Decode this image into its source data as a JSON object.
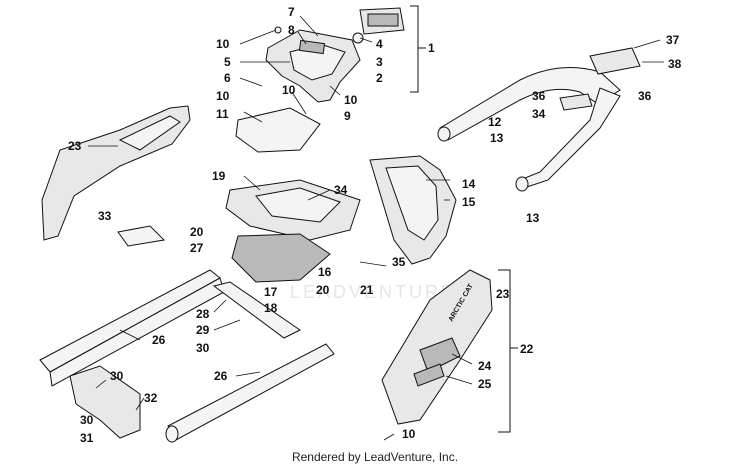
{
  "diagram": {
    "callouts": [
      {
        "id": "c-7",
        "label": "7"
      },
      {
        "id": "c-8",
        "label": "8"
      },
      {
        "id": "c-4",
        "label": "4"
      },
      {
        "id": "c-3",
        "label": "3"
      },
      {
        "id": "c-2",
        "label": "2"
      },
      {
        "id": "c-1",
        "label": "1"
      },
      {
        "id": "c-10a",
        "label": "10"
      },
      {
        "id": "c-5",
        "label": "5"
      },
      {
        "id": "c-6",
        "label": "6"
      },
      {
        "id": "c-10b",
        "label": "10"
      },
      {
        "id": "c-11",
        "label": "11"
      },
      {
        "id": "c-10c",
        "label": "10"
      },
      {
        "id": "c-10d",
        "label": "10"
      },
      {
        "id": "c-9",
        "label": "9"
      },
      {
        "id": "c-37",
        "label": "37"
      },
      {
        "id": "c-38",
        "label": "38"
      },
      {
        "id": "c-36a",
        "label": "36"
      },
      {
        "id": "c-36b",
        "label": "36"
      },
      {
        "id": "c-34a",
        "label": "34"
      },
      {
        "id": "c-12",
        "label": "12"
      },
      {
        "id": "c-13a",
        "label": "13"
      },
      {
        "id": "c-13b",
        "label": "13"
      },
      {
        "id": "c-23a",
        "label": "23"
      },
      {
        "id": "c-19",
        "label": "19"
      },
      {
        "id": "c-34b",
        "label": "34"
      },
      {
        "id": "c-14",
        "label": "14"
      },
      {
        "id": "c-15",
        "label": "15"
      },
      {
        "id": "c-33",
        "label": "33"
      },
      {
        "id": "c-20a",
        "label": "20"
      },
      {
        "id": "c-27",
        "label": "27"
      },
      {
        "id": "c-35",
        "label": "35"
      },
      {
        "id": "c-16",
        "label": "16"
      },
      {
        "id": "c-17",
        "label": "17"
      },
      {
        "id": "c-21",
        "label": "21"
      },
      {
        "id": "c-20b",
        "label": "20"
      },
      {
        "id": "c-18",
        "label": "18"
      },
      {
        "id": "c-23b",
        "label": "23"
      },
      {
        "id": "c-22",
        "label": "22"
      },
      {
        "id": "c-28",
        "label": "28"
      },
      {
        "id": "c-29",
        "label": "29"
      },
      {
        "id": "c-30a",
        "label": "30"
      },
      {
        "id": "c-26a",
        "label": "26"
      },
      {
        "id": "c-24",
        "label": "24"
      },
      {
        "id": "c-25",
        "label": "25"
      },
      {
        "id": "c-30b",
        "label": "30"
      },
      {
        "id": "c-26b",
        "label": "26"
      },
      {
        "id": "c-32",
        "label": "32"
      },
      {
        "id": "c-30c",
        "label": "30"
      },
      {
        "id": "c-31",
        "label": "31"
      },
      {
        "id": "c-10e",
        "label": "10"
      }
    ],
    "watermark": "LEADVENTURE",
    "decal_text": "ARCTIC CAT",
    "credit": "Rendered by LeadVenture, Inc."
  }
}
